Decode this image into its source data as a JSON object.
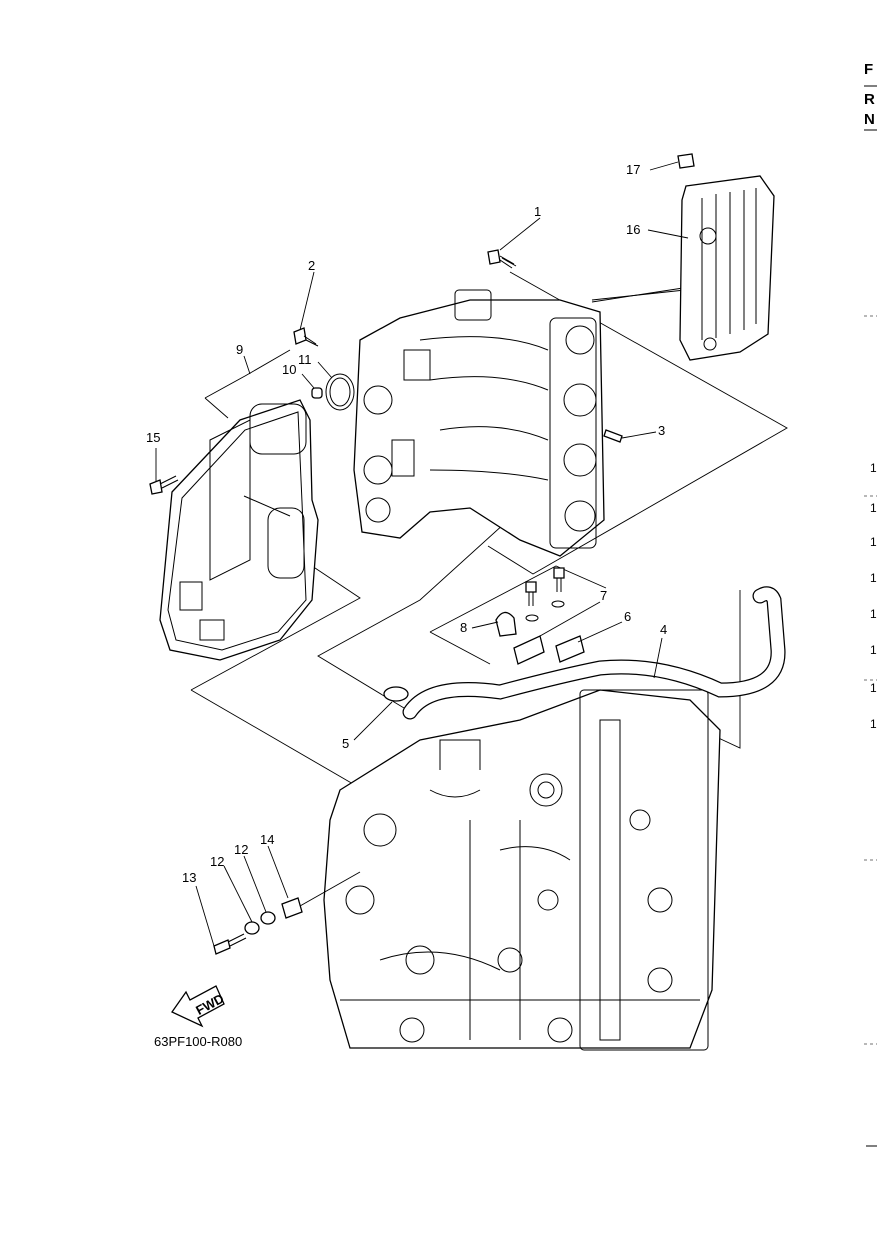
{
  "diagram": {
    "code": "63PF100-R080",
    "fwd_label": "FWD",
    "callouts": [
      "1",
      "2",
      "3",
      "4",
      "5",
      "6",
      "7",
      "8",
      "9",
      "10",
      "11",
      "12",
      "12",
      "13",
      "14",
      "15",
      "16",
      "17"
    ]
  },
  "right_edge": {
    "letters": [
      "F",
      "R",
      "N"
    ],
    "numbers": [
      "1",
      "1",
      "1",
      "1",
      "1",
      "1",
      "1",
      "1"
    ]
  }
}
